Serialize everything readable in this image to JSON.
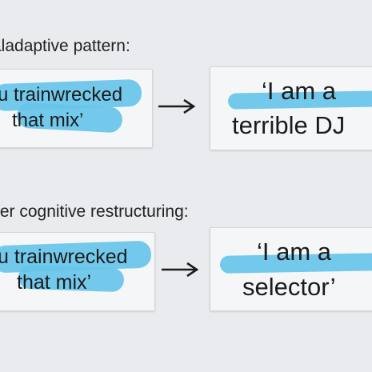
{
  "heading_1": "aladaptive pattern:",
  "heading_2": "ter cognitive restructuring:",
  "row_1": {
    "input_line_1": "u trainwrecked",
    "input_line_2": "that mix’",
    "output_line_1": "‘I am a",
    "output_line_2": "terrible DJ"
  },
  "row_2": {
    "input_line_1": "u trainwrecked",
    "input_line_2": "that mix’",
    "output_line_1": "‘I am a",
    "output_line_2": "selector’"
  },
  "colors": {
    "highlight": "#67c4e9",
    "card": "#f4f6f8",
    "background": "#e9ebee"
  },
  "icons": [
    "right-arrow-icon",
    "right-arrow-icon"
  ]
}
